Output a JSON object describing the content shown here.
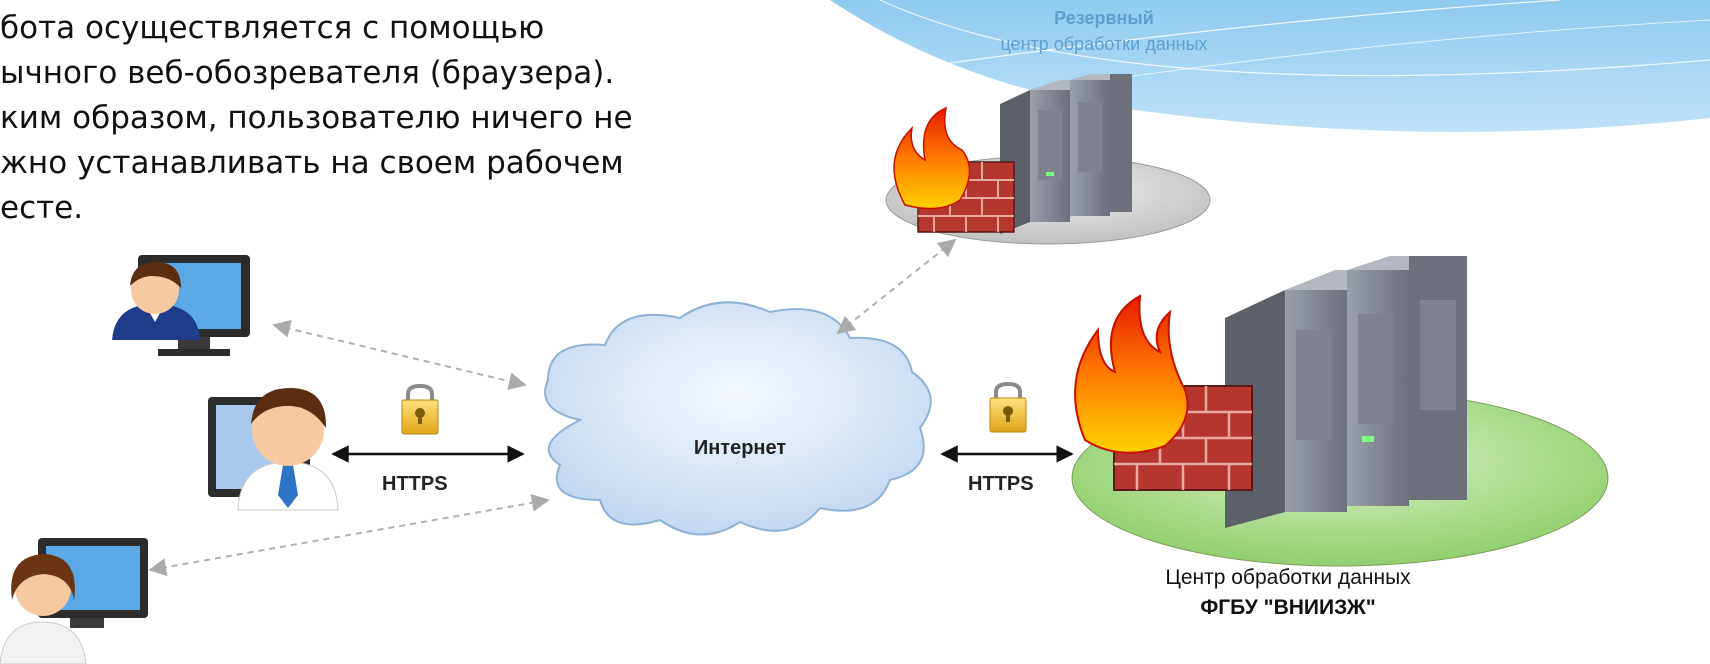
{
  "intro_lines": [
    "бота осуществляется с помощью",
    "ычного веб-обозревателя (браузера).",
    "ким образом, пользователю ничего не",
    "жно устанавливать на своем рабочем",
    "есте."
  ],
  "backup_center": {
    "title": "Резервный",
    "subtitle": "центр обработки данных"
  },
  "internet_label": "Интернет",
  "connections": {
    "left_protocol": "HTTPS",
    "right_protocol": "HTTPS"
  },
  "main_center": {
    "line1": "Центр обработки данных",
    "line2": "ФГБУ \"ВНИИЗЖ\""
  },
  "colors": {
    "banner": "#a9d8f5",
    "cloud": "#cfe3f7",
    "main_ellipse": "#8fd16a",
    "backup_ellipse": "#bdbdbd",
    "server": "#8a8f99",
    "brick": "#b5362e",
    "flame": "#ff3d00",
    "lock": "#f2c230",
    "dashed_arrow": "#b0b0b0",
    "solid_arrow": "#111111"
  },
  "icons": [
    "user-monitor-icon",
    "firewall-icon",
    "server-icon",
    "lock-icon",
    "cloud-icon",
    "flame-icon"
  ]
}
